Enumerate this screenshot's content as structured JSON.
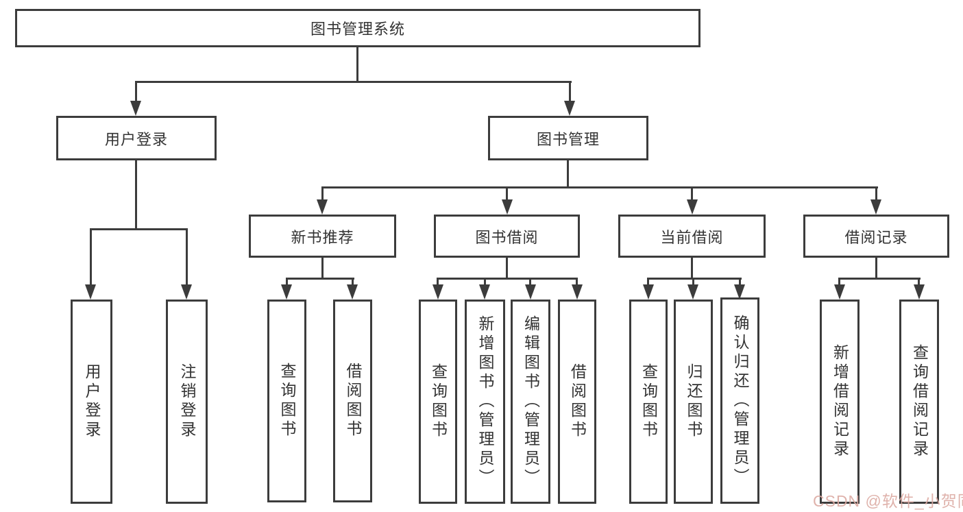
{
  "diagram_title": "图书管理系统",
  "tree": {
    "label": "图书管理系统",
    "children": [
      {
        "label": "用户登录",
        "children": [
          {
            "label": "用户登录"
          },
          {
            "label": "注销登录"
          }
        ]
      },
      {
        "label": "图书管理",
        "children": [
          {
            "label": "新书推荐",
            "children": [
              {
                "label": "查询图书"
              },
              {
                "label": "借阅图书"
              }
            ]
          },
          {
            "label": "图书借阅",
            "children": [
              {
                "label": "查询图书"
              },
              {
                "label": "新增图书（管理员）"
              },
              {
                "label": "编辑图书（管理员）"
              },
              {
                "label": "借阅图书"
              }
            ]
          },
          {
            "label": "当前借阅",
            "children": [
              {
                "label": "查询图书"
              },
              {
                "label": "归还图书"
              },
              {
                "label": "确认归还（管理员）"
              }
            ]
          },
          {
            "label": "借阅记录",
            "children": [
              {
                "label": "新增借阅记录"
              },
              {
                "label": "查询借阅记录"
              }
            ]
          }
        ]
      }
    ]
  },
  "watermark": {
    "text": "CSDN @软件_小贺同学",
    "color": "#dcaaa3"
  },
  "colors": {
    "line": "#3c3c3c",
    "border": "#3c3c3c",
    "text": "#333333",
    "background": "#ffffff"
  }
}
